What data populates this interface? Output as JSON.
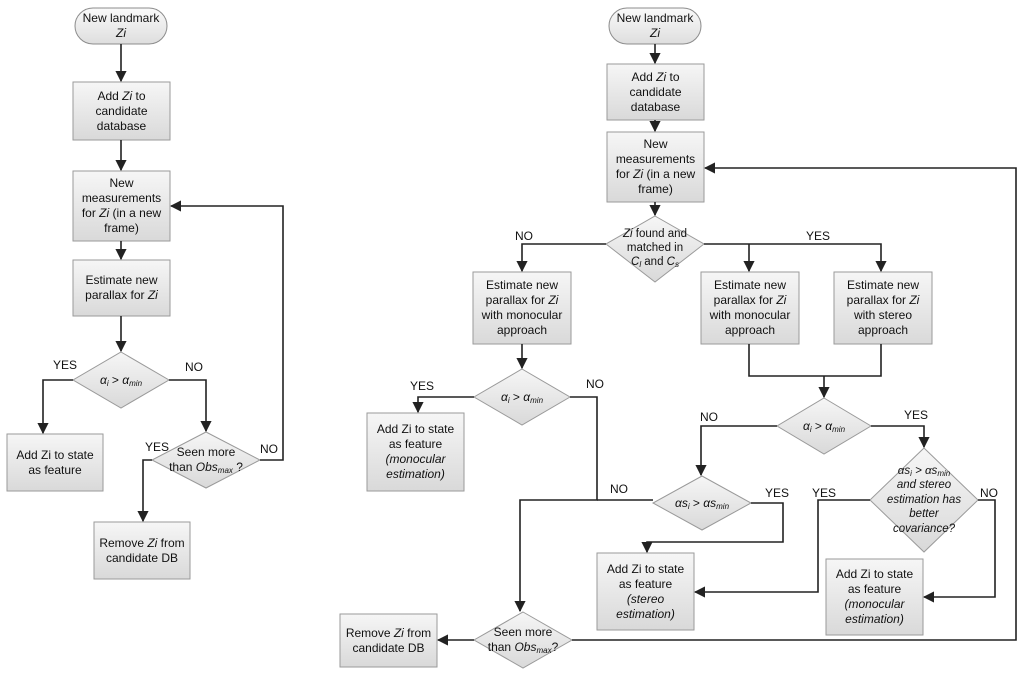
{
  "left": {
    "start": {
      "l1": "New landmark",
      "l2": "Zi"
    },
    "add_candidate": {
      "l1a": "Add ",
      "l1b": "Zi",
      "l1c": " to",
      "l2": "candidate",
      "l3": "database"
    },
    "new_meas": {
      "l1": "New",
      "l2": "measurements",
      "l3a": "for ",
      "l3b": "Zi",
      "l3c": " (in a new",
      "l4": "frame)"
    },
    "estimate": {
      "l1": "Estimate new",
      "l2a": "parallax for ",
      "l2b": "Zi"
    },
    "dec_alpha": {
      "a": "α",
      "asub": "i",
      "gt": " > ",
      "b": "α",
      "bsub": "min"
    },
    "add_state": {
      "l1": "Add Zi to state",
      "l2": "as feature"
    },
    "dec_seen": {
      "l1": "Seen more",
      "l2a": "than ",
      "l2b": "Obs",
      "l2sub": "max",
      "l2c": " ?"
    },
    "remove": {
      "l1a": "Remove ",
      "l1b": "Zi",
      "l1c": " from",
      "l2": "candidate DB"
    },
    "labels": {
      "yes1": "YES",
      "no1": "NO",
      "yes2": "YES",
      "no2": "NO"
    }
  },
  "right": {
    "start": {
      "l1": "New landmark",
      "l2": "Zi"
    },
    "add_candidate": {
      "l1a": "Add ",
      "l1b": "Zi",
      "l1c": " to",
      "l2": "candidate",
      "l3": "database"
    },
    "new_meas": {
      "l1": "New",
      "l2": "measurements",
      "l3a": "for ",
      "l3b": "Zi",
      "l3c": " (in a new",
      "l4": "frame)"
    },
    "dec_found": {
      "l1a": "Zi",
      "l1b": " found and",
      "l2": "matched in",
      "l3a": "C",
      "l3sub": "l",
      "l3b": " and ",
      "l3c": "C",
      "l3sub2": "s"
    },
    "est_mono_left": {
      "l1": "Estimate new",
      "l2a": "parallax for ",
      "l2b": "Zi",
      "l3": "with monocular",
      "l4": "approach"
    },
    "est_mono_mid": {
      "l1": "Estimate new",
      "l2a": "parallax for ",
      "l2b": "Zi",
      "l3": "with monocular",
      "l4": "approach"
    },
    "est_stereo": {
      "l1": "Estimate new",
      "l2a": "parallax for ",
      "l2b": "Zi",
      "l3": "with stereo",
      "l4": "approach"
    },
    "dec_alpha_left": {
      "a": "α",
      "asub": "i",
      "gt": " > ",
      "b": "α",
      "bsub": "min"
    },
    "add_state_mono": {
      "l1": "Add Zi to state",
      "l2": "as feature",
      "l3": "(monocular",
      "l4": "estimation)"
    },
    "dec_alpha_mid": {
      "a": "α",
      "asub": "i",
      "gt": " > ",
      "b": "α",
      "bsub": "min"
    },
    "dec_alpha_s": {
      "a": "αs",
      "asub": "i",
      "gt": " > ",
      "b": "αs",
      "bsub": "min"
    },
    "dec_stereo_cov": {
      "l1a": "αs",
      "l1sub": "i",
      "l1b": " > αs",
      "l1sub2": "min",
      "l2": "and stereo",
      "l3": "estimation has",
      "l4": "better",
      "l5": "covariance?"
    },
    "add_state_stereo": {
      "l1": "Add Zi to state",
      "l2": "as feature",
      "l3": "(stereo",
      "l4": "estimation)"
    },
    "add_state_mono2": {
      "l1": "Add Zi to state",
      "l2": "as feature",
      "l3": "(monocular",
      "l4": "estimation)"
    },
    "dec_seen": {
      "l1": "Seen more",
      "l2a": "than ",
      "l2b": "Obs",
      "l2sub": "max",
      "l2c": "?"
    },
    "remove": {
      "l1a": "Remove ",
      "l1b": "Zi",
      "l1c": " from",
      "l2": "candidate DB"
    },
    "labels": {
      "no_found": "NO",
      "yes_found": "YES",
      "yes_a1": "YES",
      "no_a1": "NO",
      "no_a2": "NO",
      "yes_a2": "YES",
      "no_as": "NO",
      "yes_as": "YES",
      "yes_cov": "YES",
      "no_cov": "NO"
    }
  }
}
